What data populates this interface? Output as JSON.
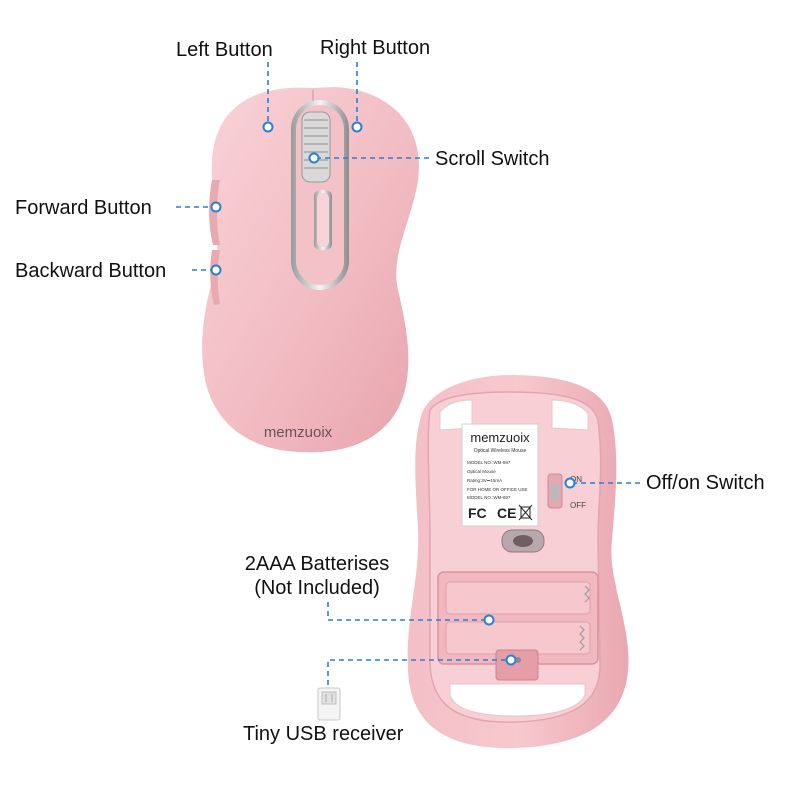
{
  "brand": "memzuoix",
  "label_sticker": {
    "brand": "memzuoix",
    "subtitle": "Optical Wireless Mouse",
    "model_line": "MODEL NO.:WM-697",
    "product_line": "Optical Mouse",
    "rating_line": "Rating:3V⎓15mA",
    "use_line": "FOR HOME OR OFFICE USE",
    "model_line_2": "MODEL NO.:WM-697",
    "fcc": "FC",
    "ce": "CE"
  },
  "switch_labels": {
    "on": "ON",
    "off": "OFF"
  },
  "callouts": {
    "left_button": "Left Button",
    "right_button": "Right Button",
    "scroll_switch": "Scroll Switch",
    "forward_button": "Forward Button",
    "backward_button": "Backward Button",
    "off_on_switch": "Off/on Switch",
    "batteries_line1": "2AAA  Batterises",
    "batteries_line2": "(Not Included)",
    "usb_receiver": "Tiny USB receiver"
  },
  "colors": {
    "mouse_pink": "#f5c3c9",
    "mouse_shadow": "#e8a6ae",
    "callout_line": "#2b7fd6",
    "label_bg": "#ffffff"
  }
}
